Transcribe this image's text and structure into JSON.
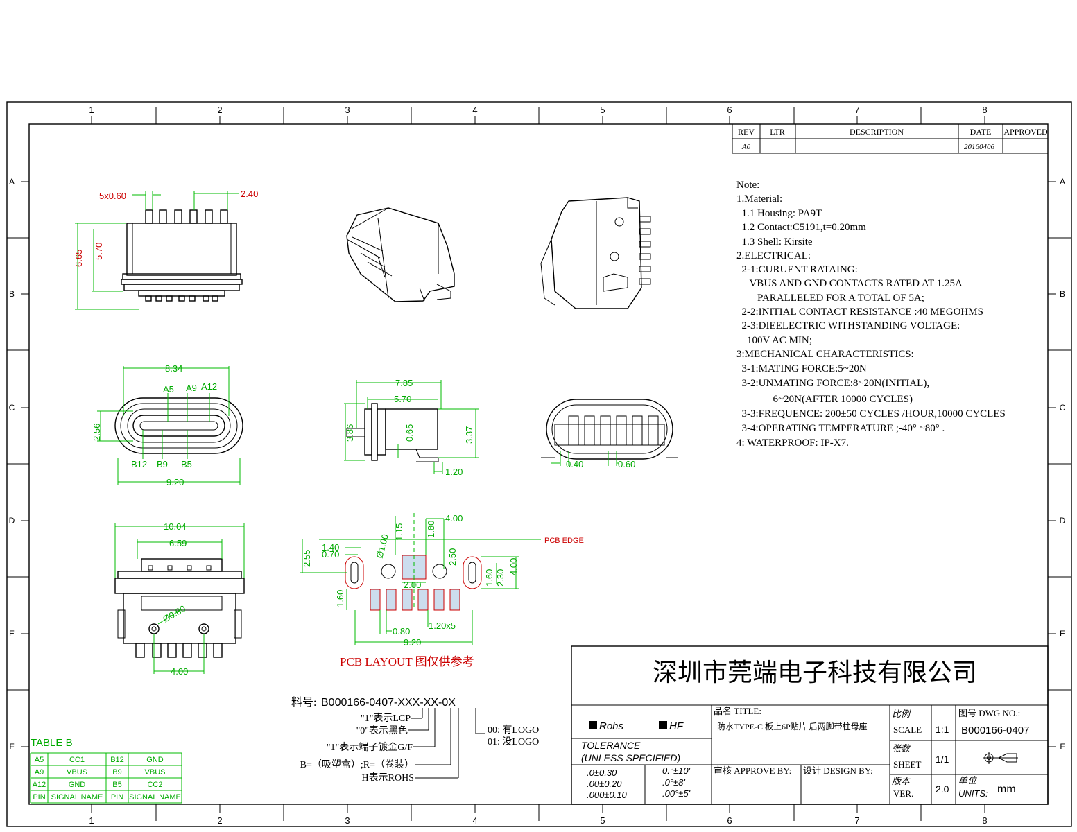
{
  "zones": {
    "columns": [
      "1",
      "2",
      "3",
      "4",
      "5",
      "6",
      "7",
      "8"
    ],
    "rows": [
      "A",
      "B",
      "C",
      "D",
      "E",
      "F"
    ]
  },
  "revision_table": {
    "headers": {
      "rev": "REV",
      "ltr": "LTR",
      "description": "DESCRIPTION",
      "date": "DATE",
      "approved": "APPROVED"
    },
    "row": {
      "rev": "A0",
      "ltr": "",
      "description": "",
      "date": "20160406",
      "approved": ""
    }
  },
  "notes": [
    "Note:",
    "1.Material:",
    "  1.1 Housing: PA9T",
    "  1.2 Contact:C5191,t=0.20mm",
    "  1.3 Shell: Kirsite",
    "2.ELECTRICAL:",
    "  2-1:CURUENT RATAING:",
    "     VBUS AND GND CONTACTS RATED AT 1.25A",
    "        PARALLELED FOR A TOTAL OF 5A;",
    "  2-2:INITIAL CONTACT RESISTANCE :40 MEGOHMS",
    "  2-3:DIEELECTRIC WITHSTANDING VOLTAGE:",
    "    100V AC MIN;",
    "3:MECHANICAL CHARACTERISTICS:",
    "  3-1:MATING FORCE:5~20N",
    "  3-2:UNMATING FORCE:8~20N(INITIAL),",
    "              6~20N(AFTER 10000 CYCLES)",
    "  3-3:FREQUENCE: 200±50 CYCLES /HOUR,10000 CYCLES",
    "  3-4:OPERATING TEMPERATURE ;-40° ~80° .",
    "4: WATERPROOF: IP-X7."
  ],
  "dims": {
    "front": {
      "pitch": "5x0.60",
      "pitch2": "2.40",
      "h1": "6.65",
      "h2": "5.70"
    },
    "end": {
      "w": "8.34",
      "h": "2.56",
      "a5": "A5",
      "a9": "A9",
      "a12": "A12",
      "b12": "B12",
      "b9": "B9",
      "b5": "B5",
      "w2": "9.20"
    },
    "side": {
      "w1": "7.85",
      "w2": "5.70",
      "h1": "3.86",
      "h2": "0.65",
      "h3": "3.37",
      "w3": "1.20"
    },
    "rear": {
      "d1": "0.40",
      "d2": "0.60"
    },
    "bottom": {
      "w1": "10.04",
      "w2": "6.59",
      "hole": "Ø0.80",
      "w3": "4.00"
    },
    "pcb": {
      "d140": "1.40",
      "d070": "0.70",
      "d255": "2.55",
      "d100": "Ø1.00",
      "d115": "1.15",
      "d180": "1.80",
      "d400": "4.00",
      "d250": "2.50",
      "d200": "2.00",
      "d160a": "1.60",
      "d230": "2.30",
      "d400v": "4.00",
      "d160b": "1.60",
      "d080": "0.80",
      "d120x5": "1.20x5",
      "d920": "9.20",
      "edge": "PCB EDGE"
    }
  },
  "pcb_layout_title": "PCB LAYOUT 图仅供参考",
  "part_number": {
    "label": "料号:",
    "code": "B000166-0407-XXX-XX-0X",
    "legend": [
      "\"1\"表示LCP",
      "\"0\"表示黑色",
      "\"1\"表示端子镀金G/F",
      "B=（吸塑盒）;R=（卷装）",
      "H表示ROHS"
    ],
    "logo": [
      "00: 有LOGO",
      "01: 没LOGO"
    ]
  },
  "table_b": {
    "title": "TABLE B",
    "rows": [
      [
        "A5",
        "CC1",
        "B12",
        "GND"
      ],
      [
        "A9",
        "VBUS",
        "B9",
        "VBUS"
      ],
      [
        "A12",
        "GND",
        "B5",
        "CC2"
      ],
      [
        "PIN",
        "SIGNAL NAME",
        "PIN",
        "SIGNAL NAME"
      ]
    ]
  },
  "title_block": {
    "company": "深圳市莞端电子科技有限公司",
    "rohs": "Rohs",
    "hf": "HF",
    "tolerance": "TOLERANCE",
    "unless": "(UNLESS SPECIFIED)",
    "tol_lin": [
      ".0±0.30",
      ".00±0.20",
      ".000±0.10"
    ],
    "tol_ang": [
      "0.°±10'",
      ".0°±8'",
      ".00°±5'"
    ],
    "title_label": "品名 TITLE:",
    "title_value": "防水TYPE-C 板上6P贴片 后两脚带柱母座",
    "approve": "审核 APPROVE BY:",
    "design": "设计 DESIGN BY:",
    "scale_label_cn": "比例",
    "scale_label": "SCALE",
    "scale": "1:1",
    "sheet_label_cn": "张数",
    "sheet_label": "SHEET",
    "sheet": "1/1",
    "ver_label_cn": "版本",
    "ver_label": "VER.",
    "ver": "2.0",
    "dwg_label": "图号 DWG NO.:",
    "dwg_no": "B000166-0407",
    "units_label_cn": "单位",
    "units_label": "UNITS:",
    "units": "mm"
  }
}
